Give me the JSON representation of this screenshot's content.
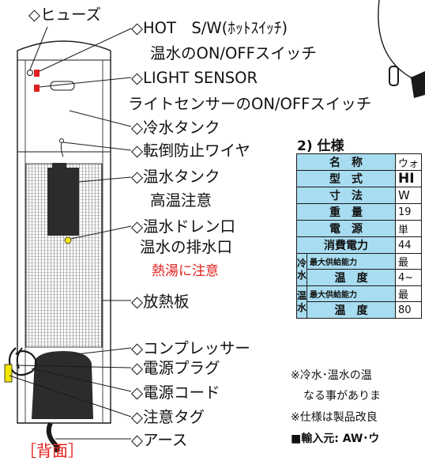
{
  "labels": {
    "fuse": "◇ヒューズ",
    "hot_switch": "◇HOT　S/W(ﾎｯﾄｽｲｯﾁ)",
    "hot_switch_desc": "温水のON/OFFスイッチ",
    "light_sensor": "◇LIGHT SENSOR",
    "light_sensor_desc": "ライトセンサーのON/OFFスイッチ",
    "cold_tank": "◇冷水タンク",
    "wire": "◇転倒防止ワイヤ",
    "hot_tank": "◇温水タンク",
    "hot_tank_note": "高温注意",
    "drain": "◇温水ドレン口",
    "drain_desc": "温水の排水口",
    "drain_warning": "熱湯に注意",
    "radiator": "◇放熱板",
    "compressor": "◇コンプレッサー",
    "plug": "◇電源プラグ",
    "cord": "◇電源コード",
    "tag": "◇注意タグ",
    "earth": "◇アース",
    "back_caption": "［背面］"
  },
  "spec": {
    "title": "2) 仕様",
    "rows": [
      {
        "label": "名　称",
        "value": "ウォ"
      },
      {
        "label": "型　式",
        "value": "HI"
      },
      {
        "label": "寸　法",
        "value": "W"
      },
      {
        "label": "重　量",
        "value": "19"
      },
      {
        "label": "電　源",
        "value": "単"
      },
      {
        "label": "消費電力",
        "value": "44"
      }
    ],
    "cold_group": "冷水",
    "cold_rows": [
      {
        "label": "最大供給能力",
        "value": "最"
      },
      {
        "label": "温　度",
        "value": "4~"
      }
    ],
    "hot_group": "温水",
    "hot_rows": [
      {
        "label": "最大供給能力",
        "value": "最"
      },
      {
        "label": "温　度",
        "value": "80"
      }
    ]
  },
  "notes": {
    "note1": "※冷水･温水の温",
    "note1b": "なる事がありま",
    "note2": "※仕様は製品改良",
    "importer": "■輸入元: AW･ウ"
  },
  "colors": {
    "accent_red": "#e0211f",
    "table_header": "#a8dcf0",
    "switch_red": "#e02020",
    "drain_yellow": "#f2e600"
  }
}
